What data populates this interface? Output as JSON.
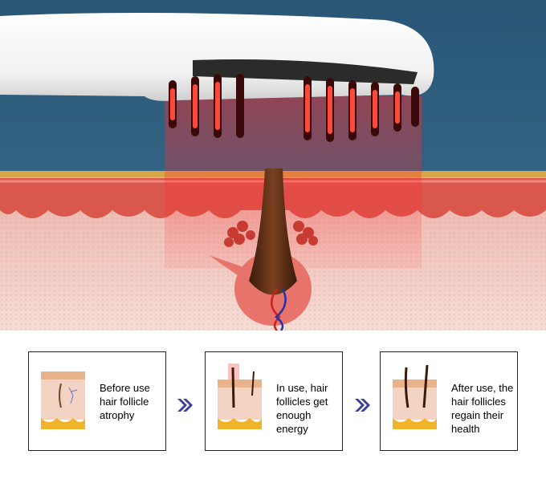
{
  "scene": {
    "description_icon": "laser-comb-scalp-diagram",
    "colors": {
      "background": "#2e5f7c",
      "laser": "#e53333",
      "skin": "#f0c9c2",
      "epidermis": "#d9574d",
      "hair": "#5a2a12"
    }
  },
  "steps": [
    {
      "name": "before-use",
      "text": "Before use hair follicle atrophy"
    },
    {
      "name": "in-use",
      "text": "In use, hair follicles get enough energy"
    },
    {
      "name": "after-use",
      "text": "After use, the hair follicles regain their health"
    }
  ],
  "arrow_icon": "double-chevron-right-icon",
  "arrow_color": "#3a3ea0"
}
